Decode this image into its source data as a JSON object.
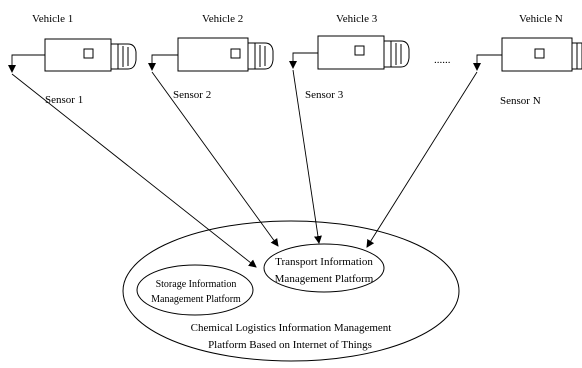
{
  "vehicles": [
    {
      "label": "Vehicle 1",
      "sensor": "Sensor 1"
    },
    {
      "label": "Vehicle 2",
      "sensor": "Sensor 2"
    },
    {
      "label": "Vehicle 3",
      "sensor": "Sensor 3"
    },
    {
      "label": "Vehicle N",
      "sensor": "Sensor N"
    }
  ],
  "ellipsis": "......",
  "platforms": {
    "transport": [
      "Transport Information",
      "Management Platform"
    ],
    "storage": [
      "Storage Information",
      "Management Platform"
    ],
    "main": [
      "Chemical Logistics Information Management",
      "Platform Based on Internet of Things"
    ]
  }
}
